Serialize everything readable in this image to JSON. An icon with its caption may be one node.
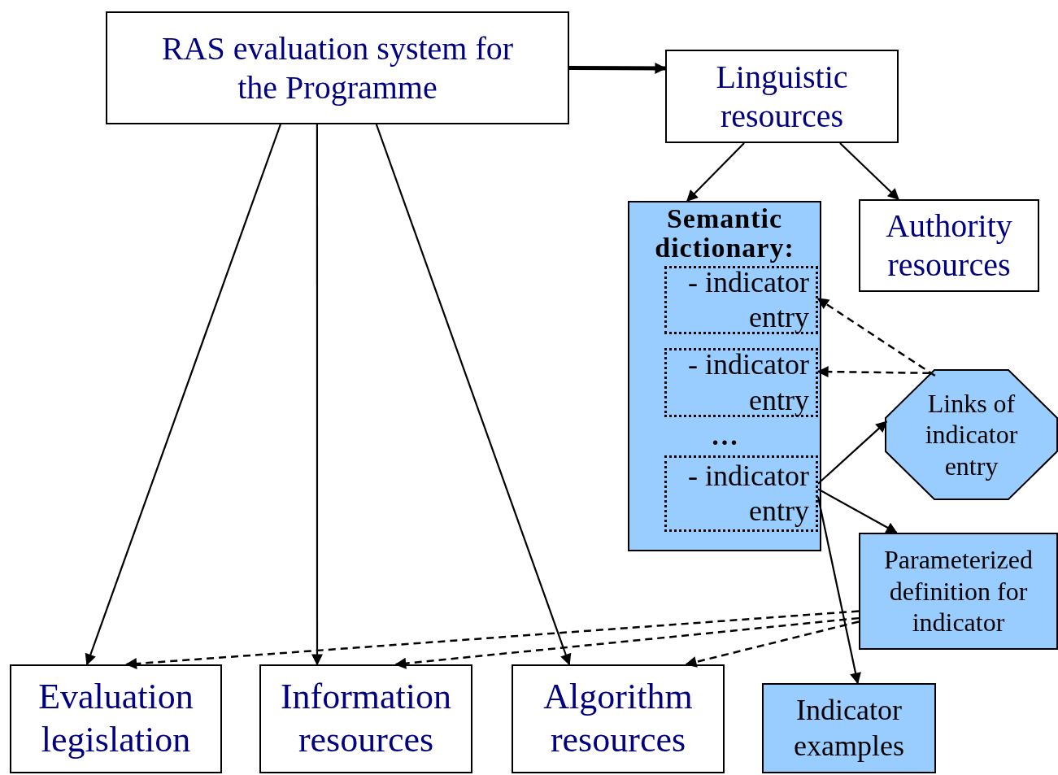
{
  "diagram": {
    "nodes": [
      {
        "text": [
          "RAS evaluation system for the Programme"
        ]
      },
      {
        "text": [
          "Linguistic resources"
        ]
      },
      {
        "text": [
          "Semantic dictionary:",
          "…"
        ]
      },
      {
        "text": [
          "- indicator entry"
        ],
        "in": 2
      },
      {
        "text": [
          "- indicator entry"
        ],
        "in": 2
      },
      {
        "text": [
          "- indicator entry"
        ],
        "in": 2
      },
      {
        "text": [
          "Authority resources"
        ]
      },
      {
        "text": [
          "Links of indicator entry"
        ]
      },
      {
        "text": [
          "Parameterized definition for indicator"
        ]
      },
      {
        "text": [
          "Evaluation legislation"
        ]
      },
      {
        "text": [
          "Information resources"
        ]
      },
      {
        "text": [
          "Algorithm resources"
        ]
      },
      {
        "text": [
          "Indicator examples"
        ]
      }
    ],
    "edges": [
      {
        "from": 0,
        "to": 1,
        "arrow": "to",
        "style": "thick"
      },
      {
        "from": 0,
        "to": 9,
        "arrow": "to"
      },
      {
        "from": 0,
        "to": 10,
        "arrow": "to"
      },
      {
        "from": 0,
        "to": 11,
        "arrow": "to"
      },
      {
        "from": 1,
        "to": 2,
        "arrow": "to"
      },
      {
        "from": 1,
        "to": 6,
        "arrow": "to"
      },
      {
        "from": 7,
        "to": 3,
        "arrow": "to",
        "style": "dashed"
      },
      {
        "from": 7,
        "to": 4,
        "arrow": "to",
        "style": "dashed"
      },
      {
        "from": 5,
        "to": 7,
        "arrow": "to"
      },
      {
        "from": 5,
        "to": 8,
        "arrow": "to"
      },
      {
        "from": 5,
        "to": 12,
        "arrow": "to"
      },
      {
        "from": 8,
        "to": 9,
        "arrow": "to",
        "style": "dashed"
      },
      {
        "from": 8,
        "to": 10,
        "arrow": "to",
        "style": "dashed"
      },
      {
        "from": 8,
        "to": 11,
        "arrow": "to",
        "style": "dashed"
      }
    ]
  }
}
